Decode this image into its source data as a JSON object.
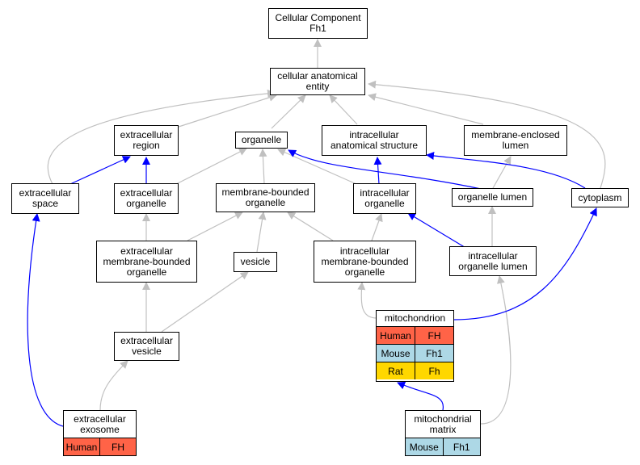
{
  "colors": {
    "gray_edge": "#c0c0c0",
    "blue_edge": "#0000ff",
    "human": "#ff6347",
    "mouse": "#add8e6",
    "rat": "#ffd700"
  },
  "nodes": {
    "cellular_component": "Cellular Component\nFh1",
    "cellular_anatomical_entity": "cellular anatomical\nentity",
    "extracellular_region": "extracellular\nregion",
    "organelle": "organelle",
    "intracellular_anatomical_structure": "intracellular\nanatomical structure",
    "membrane_enclosed_lumen": "membrane-enclosed\nlumen",
    "extracellular_space": "extracellular\nspace",
    "extracellular_organelle": "extracellular\norganelle",
    "membrane_bounded_organelle": "membrane-bounded\norganelle",
    "intracellular_organelle": "intracellular\norganelle",
    "organelle_lumen": "organelle lumen",
    "cytoplasm": "cytoplasm",
    "extracellular_membrane_bounded_organelle": "extracellular\nmembrane-bounded\norganelle",
    "vesicle": "vesicle",
    "intracellular_membrane_bounded_organelle": "intracellular\nmembrane-bounded\norganelle",
    "intracellular_organelle_lumen": "intracellular\norganelle lumen",
    "extracellular_vesicle": "extracellular\nvesicle"
  },
  "tables": {
    "mitochondrion": {
      "title": "mitochondrion",
      "rows": [
        {
          "species": "Human",
          "gene": "FH",
          "color": "#ff6347"
        },
        {
          "species": "Mouse",
          "gene": "Fh1",
          "color": "#add8e6"
        },
        {
          "species": "Rat",
          "gene": "Fh",
          "color": "#ffd700"
        }
      ]
    },
    "extracellular_exosome": {
      "title": "extracellular\nexosome",
      "rows": [
        {
          "species": "Human",
          "gene": "FH",
          "color": "#ff6347"
        }
      ]
    },
    "mitochondrial_matrix": {
      "title": "mitochondrial\nmatrix",
      "rows": [
        {
          "species": "Mouse",
          "gene": "Fh1",
          "color": "#add8e6"
        }
      ]
    }
  }
}
